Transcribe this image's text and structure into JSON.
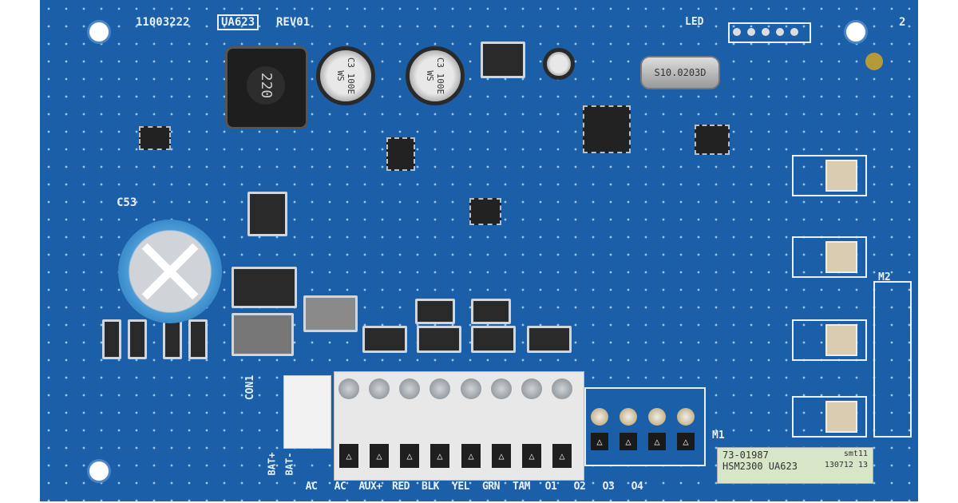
{
  "board": {
    "part_number": "11003222",
    "model_box": "UA623",
    "revision": "REV01",
    "led_label": "LED",
    "corner_number": "2",
    "inductor_marking": "220",
    "capacitor_marking": "C3 100E WS",
    "crystal_marking": "S10.0203D",
    "big_cap_label": "C53",
    "connector_label": "CON1",
    "m1_label": "M1",
    "m2_label": "M2",
    "battery_labels": [
      "BAT+",
      "BAT-"
    ],
    "terminal_labels": [
      "AC",
      "AC",
      "AUX+",
      "RED",
      "BLK",
      "YEL",
      "GRN",
      "TAM",
      "O1",
      "O2",
      "O3",
      "O4"
    ],
    "terminal_glyph": "△",
    "sticker": {
      "line1": "73-01987",
      "line2": "HSM2300 UA623",
      "code": "smt11",
      "date": "130712 13"
    },
    "colors": {
      "pcb": "#1a5fa8",
      "silkscreen": "#e8f1fb"
    }
  }
}
